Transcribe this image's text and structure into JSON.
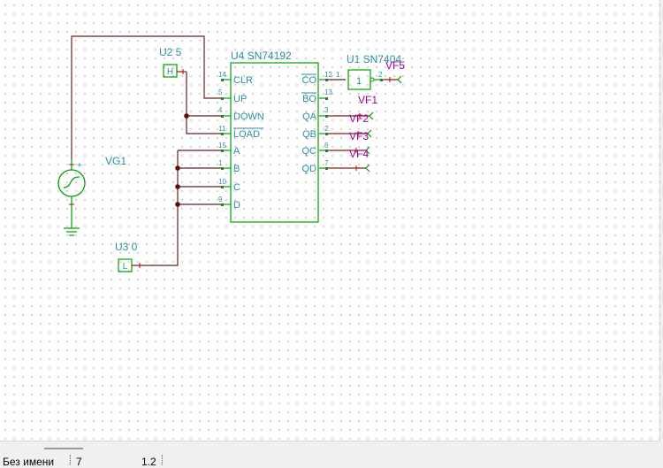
{
  "components": {
    "counter": {
      "ref": "U4 SN74192",
      "pins_left": [
        {
          "num": "14",
          "name": "CLR"
        },
        {
          "num": "5",
          "name": "UP"
        },
        {
          "num": "4",
          "name": "DOWN"
        },
        {
          "num": "11",
          "name": "LOAD"
        },
        {
          "num": "15",
          "name": "A"
        },
        {
          "num": "1",
          "name": "B"
        },
        {
          "num": "10",
          "name": "C"
        },
        {
          "num": "9",
          "name": "D"
        }
      ],
      "pins_right": [
        {
          "num": "12",
          "name": "CO"
        },
        {
          "num": "13",
          "name": "BO"
        },
        {
          "num": "3",
          "name": "QA"
        },
        {
          "num": "2",
          "name": "QB"
        },
        {
          "num": "6",
          "name": "QC"
        },
        {
          "num": "7",
          "name": "QD"
        }
      ]
    },
    "inverter": {
      "ref": "U1 SN7404",
      "symbol": "1",
      "pin_in": "1",
      "pin_out": "2"
    },
    "high_source": {
      "ref": "U2 5",
      "symbol": "H"
    },
    "low_source": {
      "ref": "U3 0",
      "symbol": "L"
    },
    "generator": {
      "ref": "VG1",
      "plus": "+"
    },
    "probes": [
      "VF5",
      "VF1",
      "VF2",
      "VF3",
      "VF4"
    ]
  },
  "status": {
    "name": "Без имени",
    "field2": "7",
    "field3": "1.2"
  },
  "colors": {
    "wire": "#6b1f1f",
    "component": "#00a000",
    "label": "#2a8ea0",
    "probe": "#990099",
    "pin": "#800000"
  }
}
